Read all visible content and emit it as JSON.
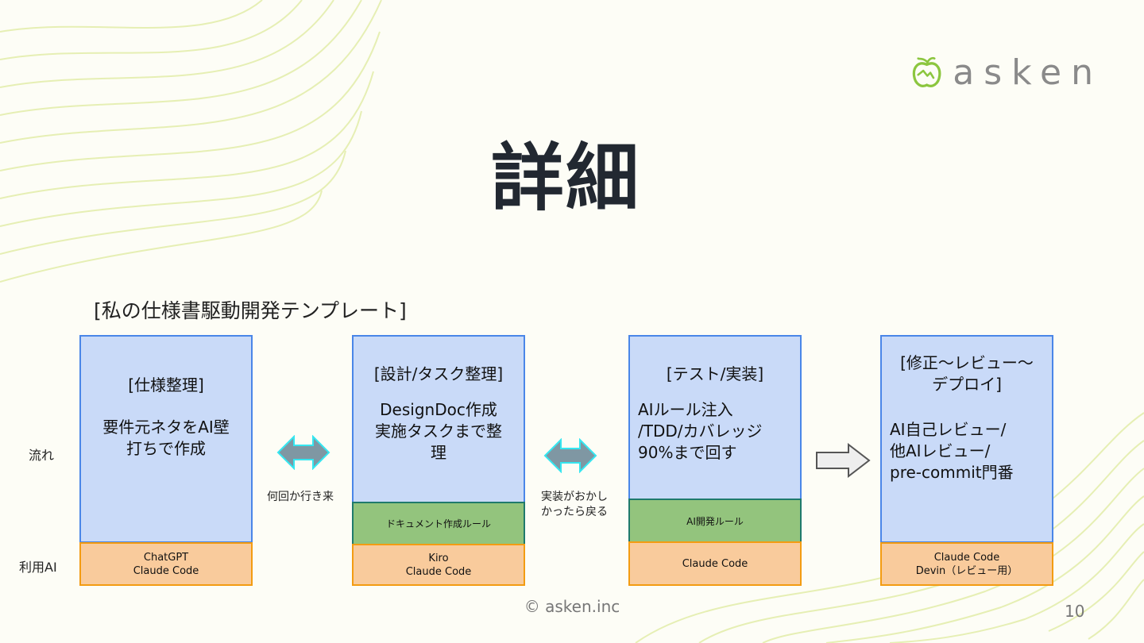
{
  "brand": {
    "name": "asken",
    "accent": "#8cc63f"
  },
  "slide": {
    "title": "詳細",
    "subtitle": "[私の仕様書駆動開発テンプレート]",
    "footer": "© asken.inc",
    "page_number": "10"
  },
  "rows": {
    "flow_label": "流れ",
    "ai_label": "利用AI"
  },
  "columns": [
    {
      "heading": "[仕様整理]",
      "body": "要件元ネタをAI壁\n打ちで作成",
      "rule": "",
      "ai_tools": [
        "ChatGPT",
        "Claude Code"
      ]
    },
    {
      "heading": "[設計/タスク整理]",
      "body": "DesignDoc作成\n実施タスクまで整\n理",
      "rule": "ドキュメント作成ルール",
      "ai_tools": [
        "Kiro",
        "Claude Code"
      ]
    },
    {
      "heading": "[テスト/実装]",
      "body": "AIルール注入\n/TDD/カバレッジ\n90%まで回す",
      "rule": "AI開発ルール",
      "ai_tools": [
        "Claude Code"
      ]
    },
    {
      "heading": "[修正～レビュー～\nデプロイ]",
      "body": "AI自己レビュー/\n他AIレビュー/\npre-commit門番",
      "rule": "",
      "ai_tools": [
        "Claude Code",
        "Devin（レビュー用）"
      ]
    }
  ],
  "connectors": [
    {
      "type": "double-arrow-icon",
      "note": "何回か行き来"
    },
    {
      "type": "double-arrow-icon",
      "note": "実装がおかし\nかったら戻る"
    },
    {
      "type": "right-arrow-icon",
      "note": ""
    }
  ],
  "colors": {
    "flow_fill": "#c9daf8",
    "flow_border": "#4a86e8",
    "rule_fill": "#93c47d",
    "rule_border": "#1f7a6c",
    "ai_fill": "#f9cb9c",
    "ai_border": "#f39c12",
    "double_arrow_fill": "#7f97a3",
    "double_arrow_outline": "#35e6f0",
    "right_arrow_fill": "#eeeeee",
    "right_arrow_outline": "#555555"
  }
}
